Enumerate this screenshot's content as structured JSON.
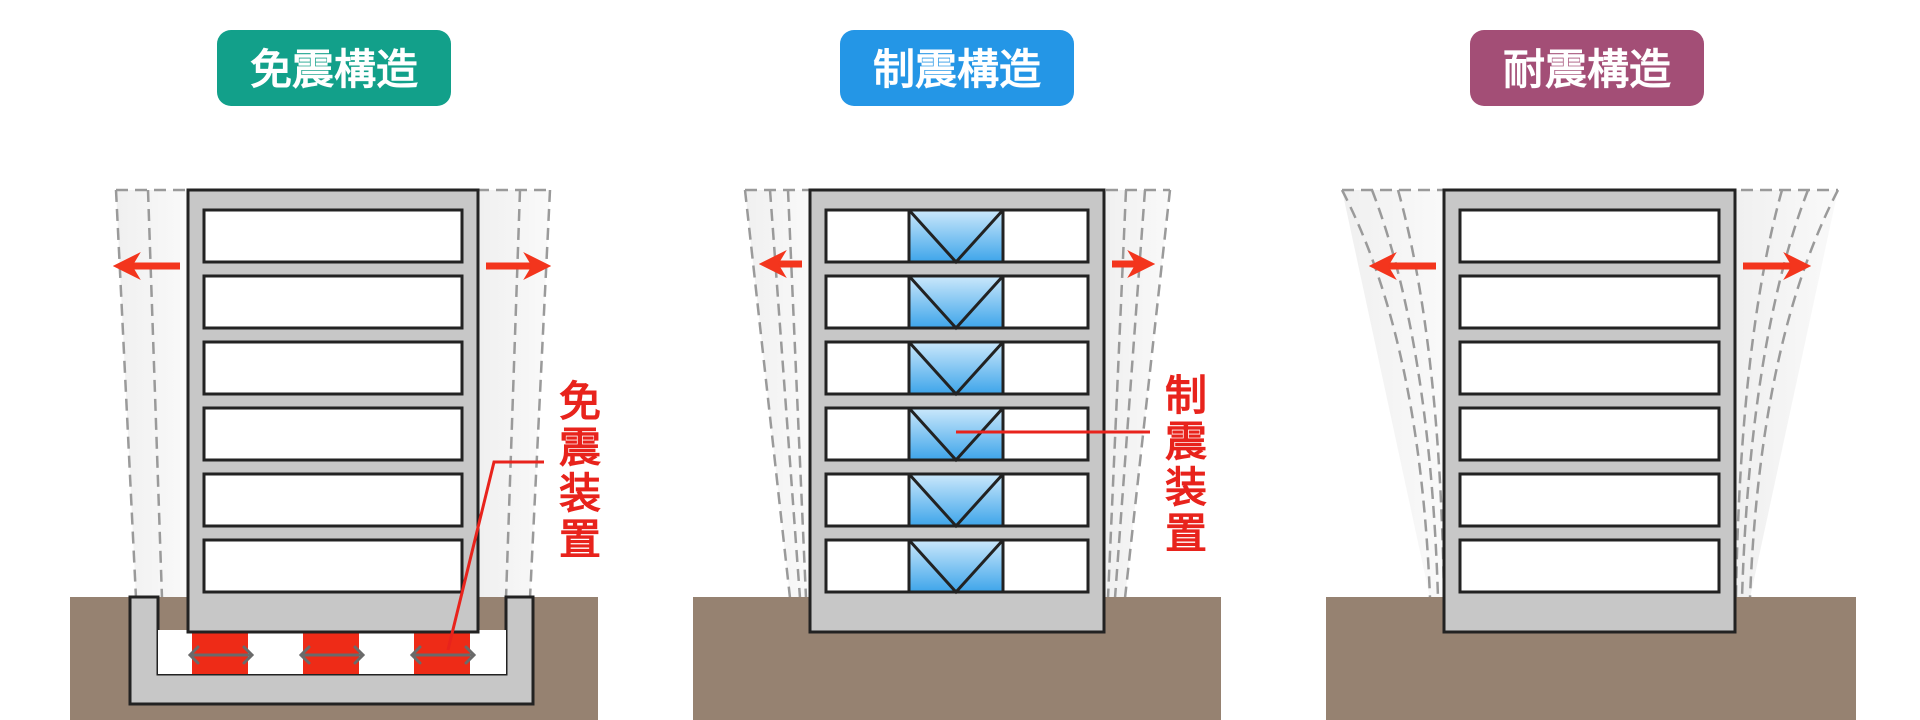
{
  "panels": [
    {
      "title": "免震構造",
      "title_color": "#12a08a",
      "device_label": [
        "免",
        "震",
        "装",
        "置"
      ]
    },
    {
      "title": "制震構造",
      "title_color": "#2496e6",
      "device_label": [
        "制",
        "震",
        "装",
        "置"
      ]
    },
    {
      "title": "耐震構造",
      "title_color": "#a34e76",
      "device_label": []
    }
  ],
  "colors": {
    "ground": "#968271",
    "frame": "#c7c7c7",
    "arrow": "#f3351d",
    "label": "#e8231c",
    "damper_dark": "#3ea5ea",
    "damper_light": "#cbe8fb",
    "isolator": "#ee2b17"
  }
}
